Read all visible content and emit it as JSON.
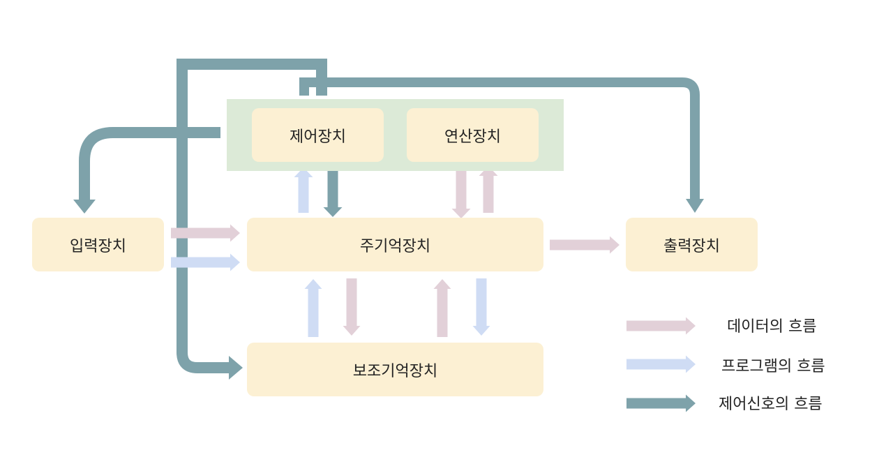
{
  "units": {
    "control": "제어장치",
    "alu": "연산장치",
    "input": "입력장치",
    "main_memory": "주기억장치",
    "output": "출력장치",
    "secondary_memory": "보조기억장치"
  },
  "legend": {
    "data": "데이터의 흐름",
    "program": "프로그램의 흐름",
    "control": "제어신호의 흐름"
  },
  "colors": {
    "data_flow": "#e2d0d8",
    "program_flow": "#cfdcf4",
    "control_flow": "#7ea2aa",
    "cpu_background": "#dcead7",
    "box_fill": "#fcf0d3"
  }
}
